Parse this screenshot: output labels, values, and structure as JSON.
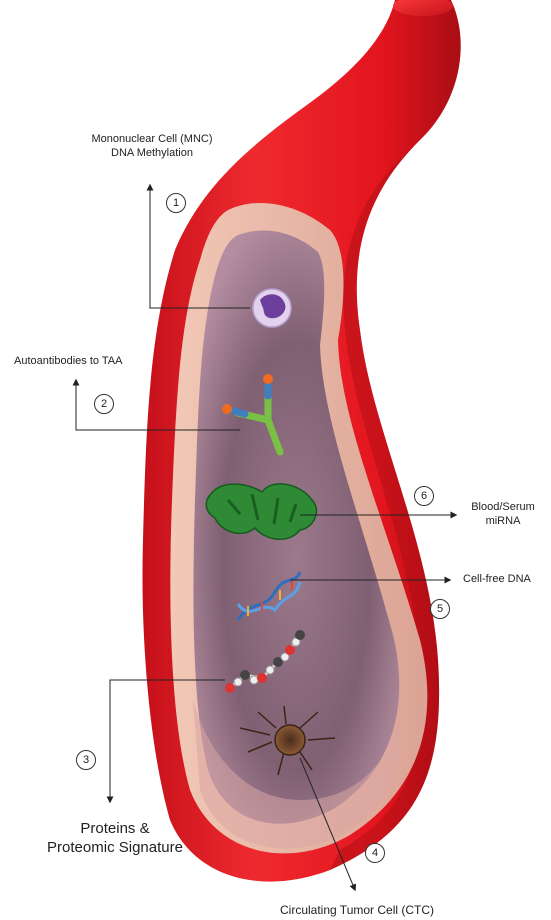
{
  "labels": {
    "mnc_line1": "Mononuclear Cell (MNC)",
    "mnc_line2": "DNA Methylation",
    "autoantibodies": "Autoantibodies to TAA",
    "mirna_line1": "Blood/Serum",
    "mirna_line2": "miRNA",
    "cfdna": "Cell-free DNA",
    "proteins_line1": "Proteins &",
    "proteins_line2": "Proteomic Signature",
    "ctc": "Circulating Tumor Cell (CTC)"
  },
  "markers": {
    "m1": "1",
    "m2": "2",
    "m3": "3",
    "m4": "4",
    "m5": "5",
    "m6": "6"
  },
  "colors": {
    "vessel_outer": "#e3151e",
    "vessel_dark": "#b80f16",
    "vessel_wall": "#e9b8a8",
    "lumen": "#8e6a7e",
    "lumen_light": "#b591a4"
  }
}
